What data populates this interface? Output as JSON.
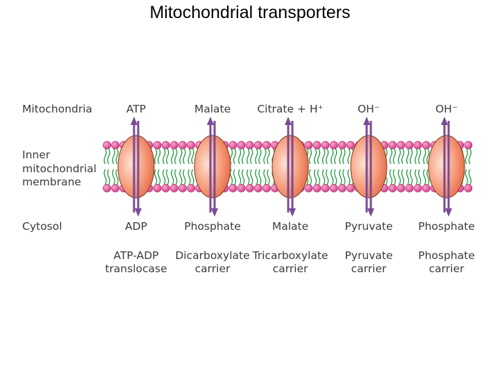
{
  "title": "Mitochondrial transporters",
  "labels": {
    "mitochondria": "Mitochondria",
    "membrane": [
      "Inner",
      "mitochondrial",
      "membrane"
    ],
    "cytosol": "Cytosol"
  },
  "transporters": [
    {
      "top": "ATP",
      "bottom": "ADP",
      "name": [
        "ATP-ADP",
        "translocase"
      ]
    },
    {
      "top": "Malate",
      "bottom": "Phosphate",
      "name": [
        "Dicarboxylate",
        "carrier"
      ]
    },
    {
      "top": "Citrate + H⁺",
      "bottom": "Malate",
      "name": [
        "Tricarboxylate",
        "carrier"
      ]
    },
    {
      "top": "OH⁻",
      "bottom": "Pyruvate",
      "name": [
        "Pyruvate",
        "carrier"
      ]
    },
    {
      "top": "OH⁻",
      "bottom": "Phosphate",
      "name": [
        "Phosphate",
        "carrier"
      ]
    }
  ],
  "colors": {
    "lipid_head": "#d63a86",
    "lipid_tail": "#1d9a3a",
    "carrier_fill": "#f07a55",
    "carrier_highlight": "#fde1d2",
    "arrow": "#7a4a96"
  }
}
